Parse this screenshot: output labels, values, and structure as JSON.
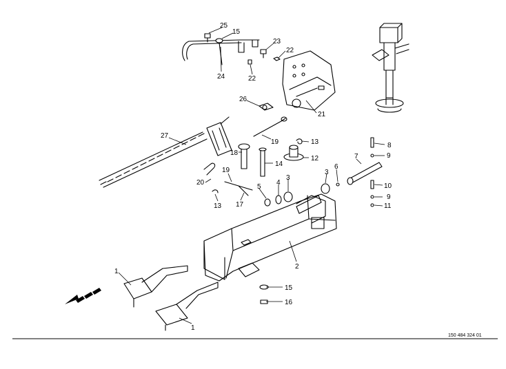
{
  "drawing_number": "150 484 324 01",
  "callouts": {
    "c1a": "1",
    "c1b": "1",
    "c2": "2",
    "c3a": "3",
    "c3b": "3",
    "c4": "4",
    "c5": "5",
    "c6": "6",
    "c7": "7",
    "c8": "8",
    "c9a": "9",
    "c9b": "9",
    "c10": "10",
    "c11": "11",
    "c12": "12",
    "c13a": "13",
    "c13b": "13",
    "c14": "14",
    "c15a": "15",
    "c15b": "15",
    "c16": "16",
    "c17": "17",
    "c18": "18",
    "c19a": "19",
    "c19b": "19",
    "c20": "20",
    "c21": "21",
    "c22a": "22",
    "c22b": "22",
    "c23": "23",
    "c24": "24",
    "c25": "25",
    "c26": "26",
    "c27": "27"
  }
}
